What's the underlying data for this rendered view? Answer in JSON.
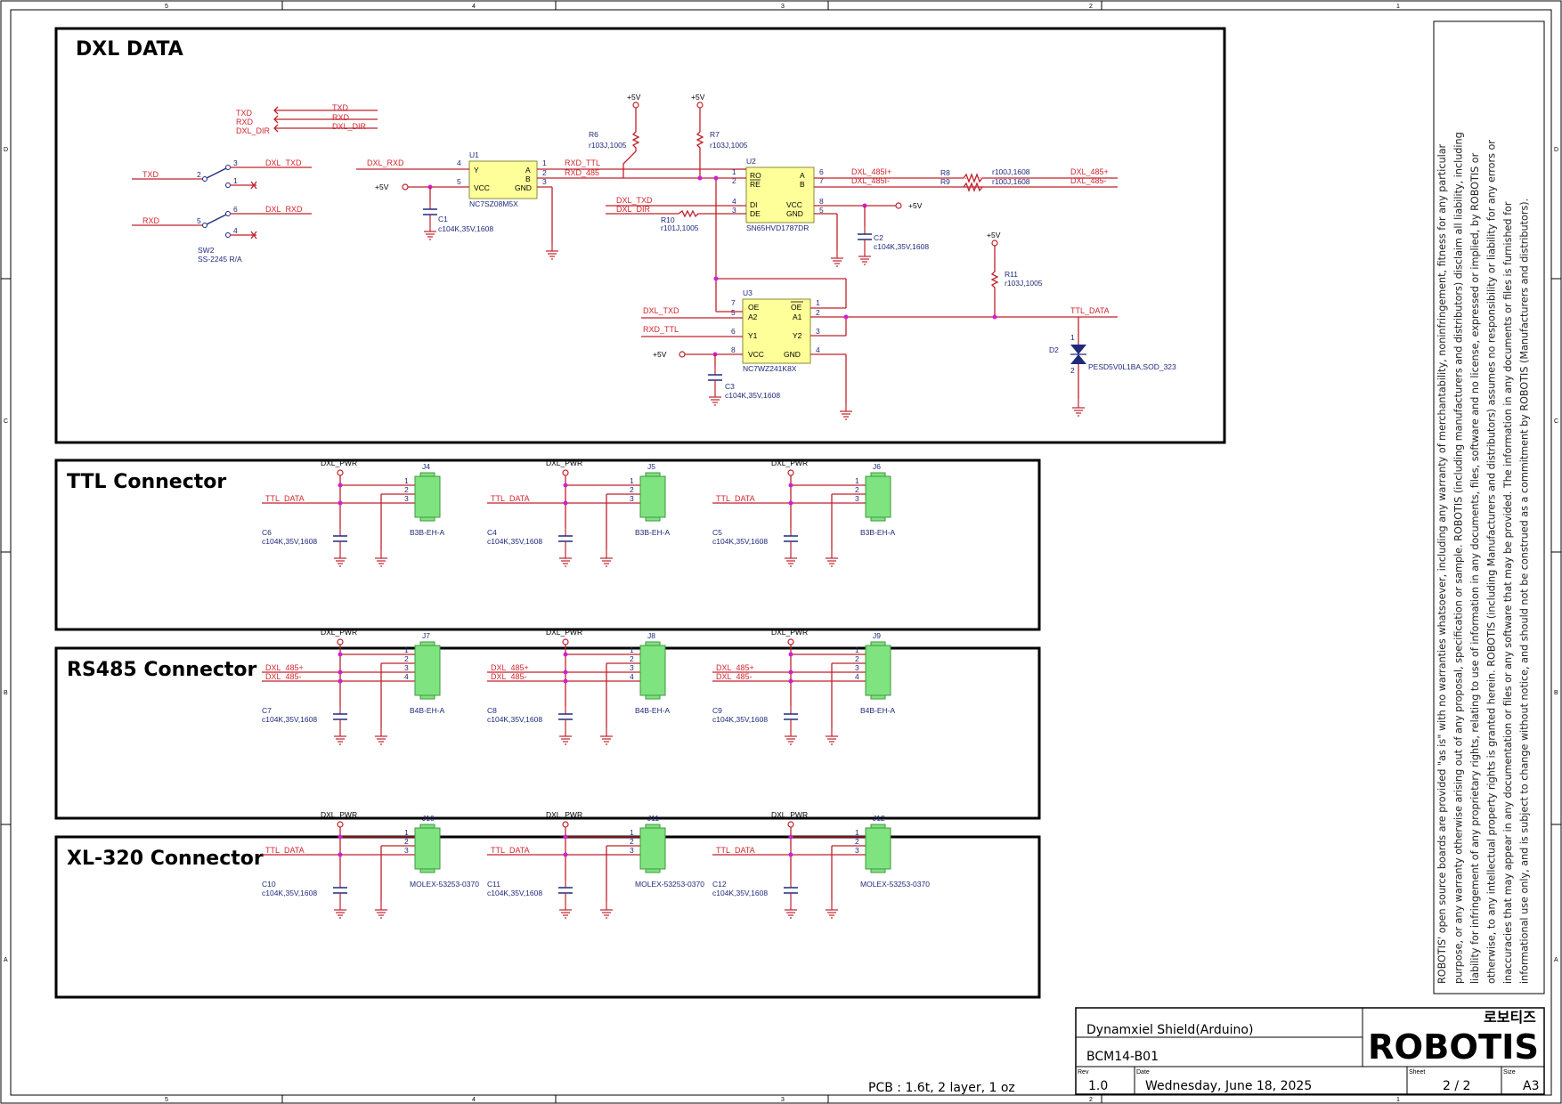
{
  "sections": {
    "dxl_data": "DXL DATA",
    "ttl": "TTL Connector",
    "rs485": "RS485 Connector",
    "xl320": "XL-320 Connector"
  },
  "nets": {
    "txd": "TXD",
    "rxd": "RXD",
    "dxl_dir": "DXL_DIR",
    "dxl_txd": "DXL_TXD",
    "dxl_rxd": "DXL_RXD",
    "rxd_ttl": "RXD_TTL",
    "rxd_485": "RXD_485",
    "dxl_485i_p": "DXL_485I+",
    "dxl_485i_m": "DXL_485I-",
    "dxl_485_p": "DXL_485+",
    "dxl_485_m": "DXL_485-",
    "ttl_data": "TTL_DATA",
    "dxl_pwr": "DXL_PWR",
    "p5v": "+5V"
  },
  "components": {
    "u1": {
      "ref": "U1",
      "part": "NC7SZ08M5X"
    },
    "u2": {
      "ref": "U2",
      "part": "SN65HVD1787DR"
    },
    "u3": {
      "ref": "U3",
      "part": "NC7WZ241K8X"
    },
    "sw2": {
      "ref": "SW2",
      "part": "SS-2245 R/A"
    },
    "r6": {
      "ref": "R6",
      "value": "r103J,1005"
    },
    "r7": {
      "ref": "R7",
      "value": "r103J,1005"
    },
    "r8": {
      "ref": "R8",
      "value": "r100J,1608"
    },
    "r9": {
      "ref": "R9",
      "value": "r100J,1608"
    },
    "r10": {
      "ref": "R10",
      "value": "r101J,1005"
    },
    "r11": {
      "ref": "R11",
      "value": "r103J,1005"
    },
    "c1": {
      "ref": "C1",
      "value": "c104K,35V,1608"
    },
    "c2": {
      "ref": "C2",
      "value": "c104K,35V,1608"
    },
    "c3": {
      "ref": "C3",
      "value": "c104K,35V,1608"
    },
    "d2": {
      "ref": "D2",
      "part": "PESD5V0L1BA,SOD_323"
    }
  },
  "connectors": {
    "ttl": [
      {
        "ref": "J4",
        "part": "B3B-EH-A",
        "cap": "C6"
      },
      {
        "ref": "J5",
        "part": "B3B-EH-A",
        "cap": "C4"
      },
      {
        "ref": "J6",
        "part": "B3B-EH-A",
        "cap": "C5"
      }
    ],
    "rs485": [
      {
        "ref": "J7",
        "part": "B4B-EH-A",
        "cap": "C7"
      },
      {
        "ref": "J8",
        "part": "B4B-EH-A",
        "cap": "C8"
      },
      {
        "ref": "J9",
        "part": "B4B-EH-A",
        "cap": "C9"
      }
    ],
    "xl320": [
      {
        "ref": "J10",
        "part": "MOLEX-53253-0370",
        "cap": "C10"
      },
      {
        "ref": "J11",
        "part": "MOLEX-53253-0370",
        "cap": "C11"
      },
      {
        "ref": "J12",
        "part": "MOLEX-53253-0370",
        "cap": "C12"
      }
    ],
    "cap_value": "c104K,35V,1608"
  },
  "pins": {
    "u1": {
      "y": "Y",
      "a": "A",
      "b": "B",
      "vcc": "VCC",
      "gnd": "GND"
    },
    "u2": {
      "ro": "RO",
      "re": "RE",
      "di": "DI",
      "de": "DE",
      "a": "A",
      "b": "B",
      "vcc": "VCC",
      "gnd": "GND"
    },
    "u3": {
      "oe": "OE",
      "a2": "A2",
      "y1": "Y1",
      "vcc": "VCC",
      "oe_bar": "OE",
      "a1": "A1",
      "y2": "Y2",
      "gnd": "GND"
    }
  },
  "disclaimer": [
    "ROBOTIS' open source boards are provided \"as is\" with no warranties whatsoever, including any warranty of merchantability, noninfringement, fitness for any particular",
    "purpose, or any warranty otherwise arising out of any proposal, specification or sample. ROBOTIS (including manufacturers and distributors) disclaim all liability, including",
    "liability for infringement of any proprietary rights, relating to use of information in any documents, files, software and no license, expressed or implied, by ROBOTIS or",
    "otherwise, to any intellectual property rights is granted herein. ROBOTIS (including Manufacturers and distributors) assumes no responsibility or liability for any errors or",
    "inaccuracies that may appear in any documentation or files or any software that may be provided. The information in any documents or files is furnished for",
    "informational use only, and is subject to change without notice, and should not be construed as a commitment by ROBOTIS (Manufacturers and distributors)."
  ],
  "title_block": {
    "title": "Dynamxiel Shield(Arduino)",
    "doc_no": "BCM14-B01",
    "rev_label": "Rev",
    "rev": "1.0",
    "date_label": "Date",
    "date": "Wednesday, June 18, 2025",
    "sheet_label": "Sheet",
    "sheet": "2 / 2",
    "size_label": "Size",
    "size": "A3",
    "logo_korean": "로보티즈",
    "logo": "ROBOTIS",
    "pcb": "PCB : 1.6t, 2 layer, 1 oz"
  },
  "frame": {
    "columns": [
      "5",
      "4",
      "3",
      "2",
      "1"
    ],
    "rows": [
      "D",
      "C",
      "B",
      "A"
    ]
  }
}
